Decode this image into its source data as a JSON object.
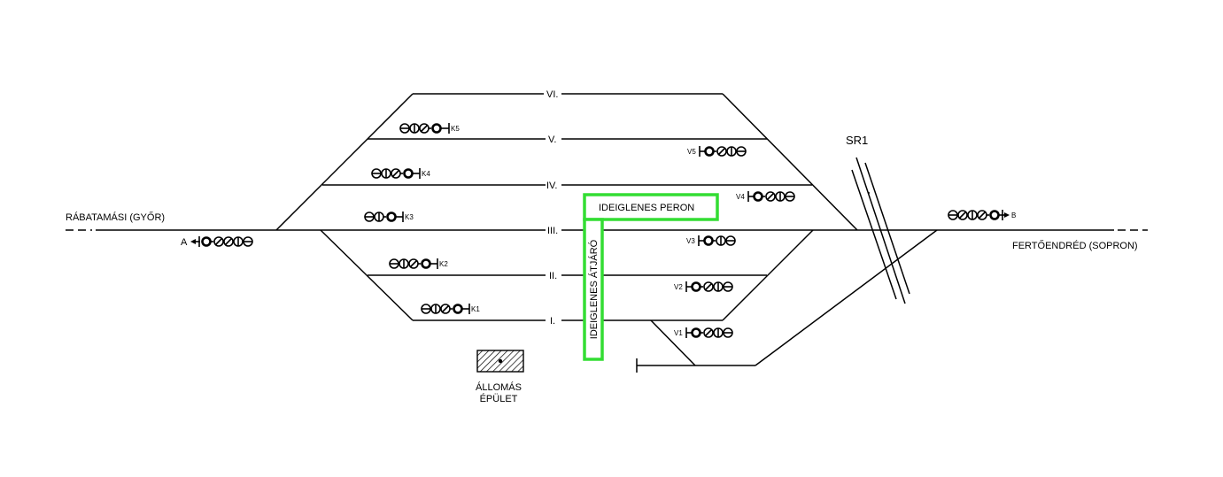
{
  "stations": {
    "left": "RÁBATAMÁSI (GYŐR)",
    "right": "FERTŐENDRÉD (SOPRON)"
  },
  "tracks": {
    "VI": "VI.",
    "V": "V.",
    "IV": "IV.",
    "III": "III.",
    "II": "II.",
    "I": "I."
  },
  "signals": {
    "A": "A",
    "B": "B",
    "K1": "K1",
    "K2": "K2",
    "K3": "K3",
    "K4": "K4",
    "K5": "K5",
    "V1": "V1",
    "V2": "V2",
    "V3": "V3",
    "V4": "V4",
    "V5": "V5"
  },
  "crossing": {
    "label": "SR1"
  },
  "temporary": {
    "platform": "IDEIGLENES PERON",
    "walkway": "IDEIGLENES ÁTJÁRÓ",
    "highlight_color": "#33dd33"
  },
  "building": {
    "line1": "ÁLLOMÁS",
    "line2": "ÉPÜLET"
  }
}
